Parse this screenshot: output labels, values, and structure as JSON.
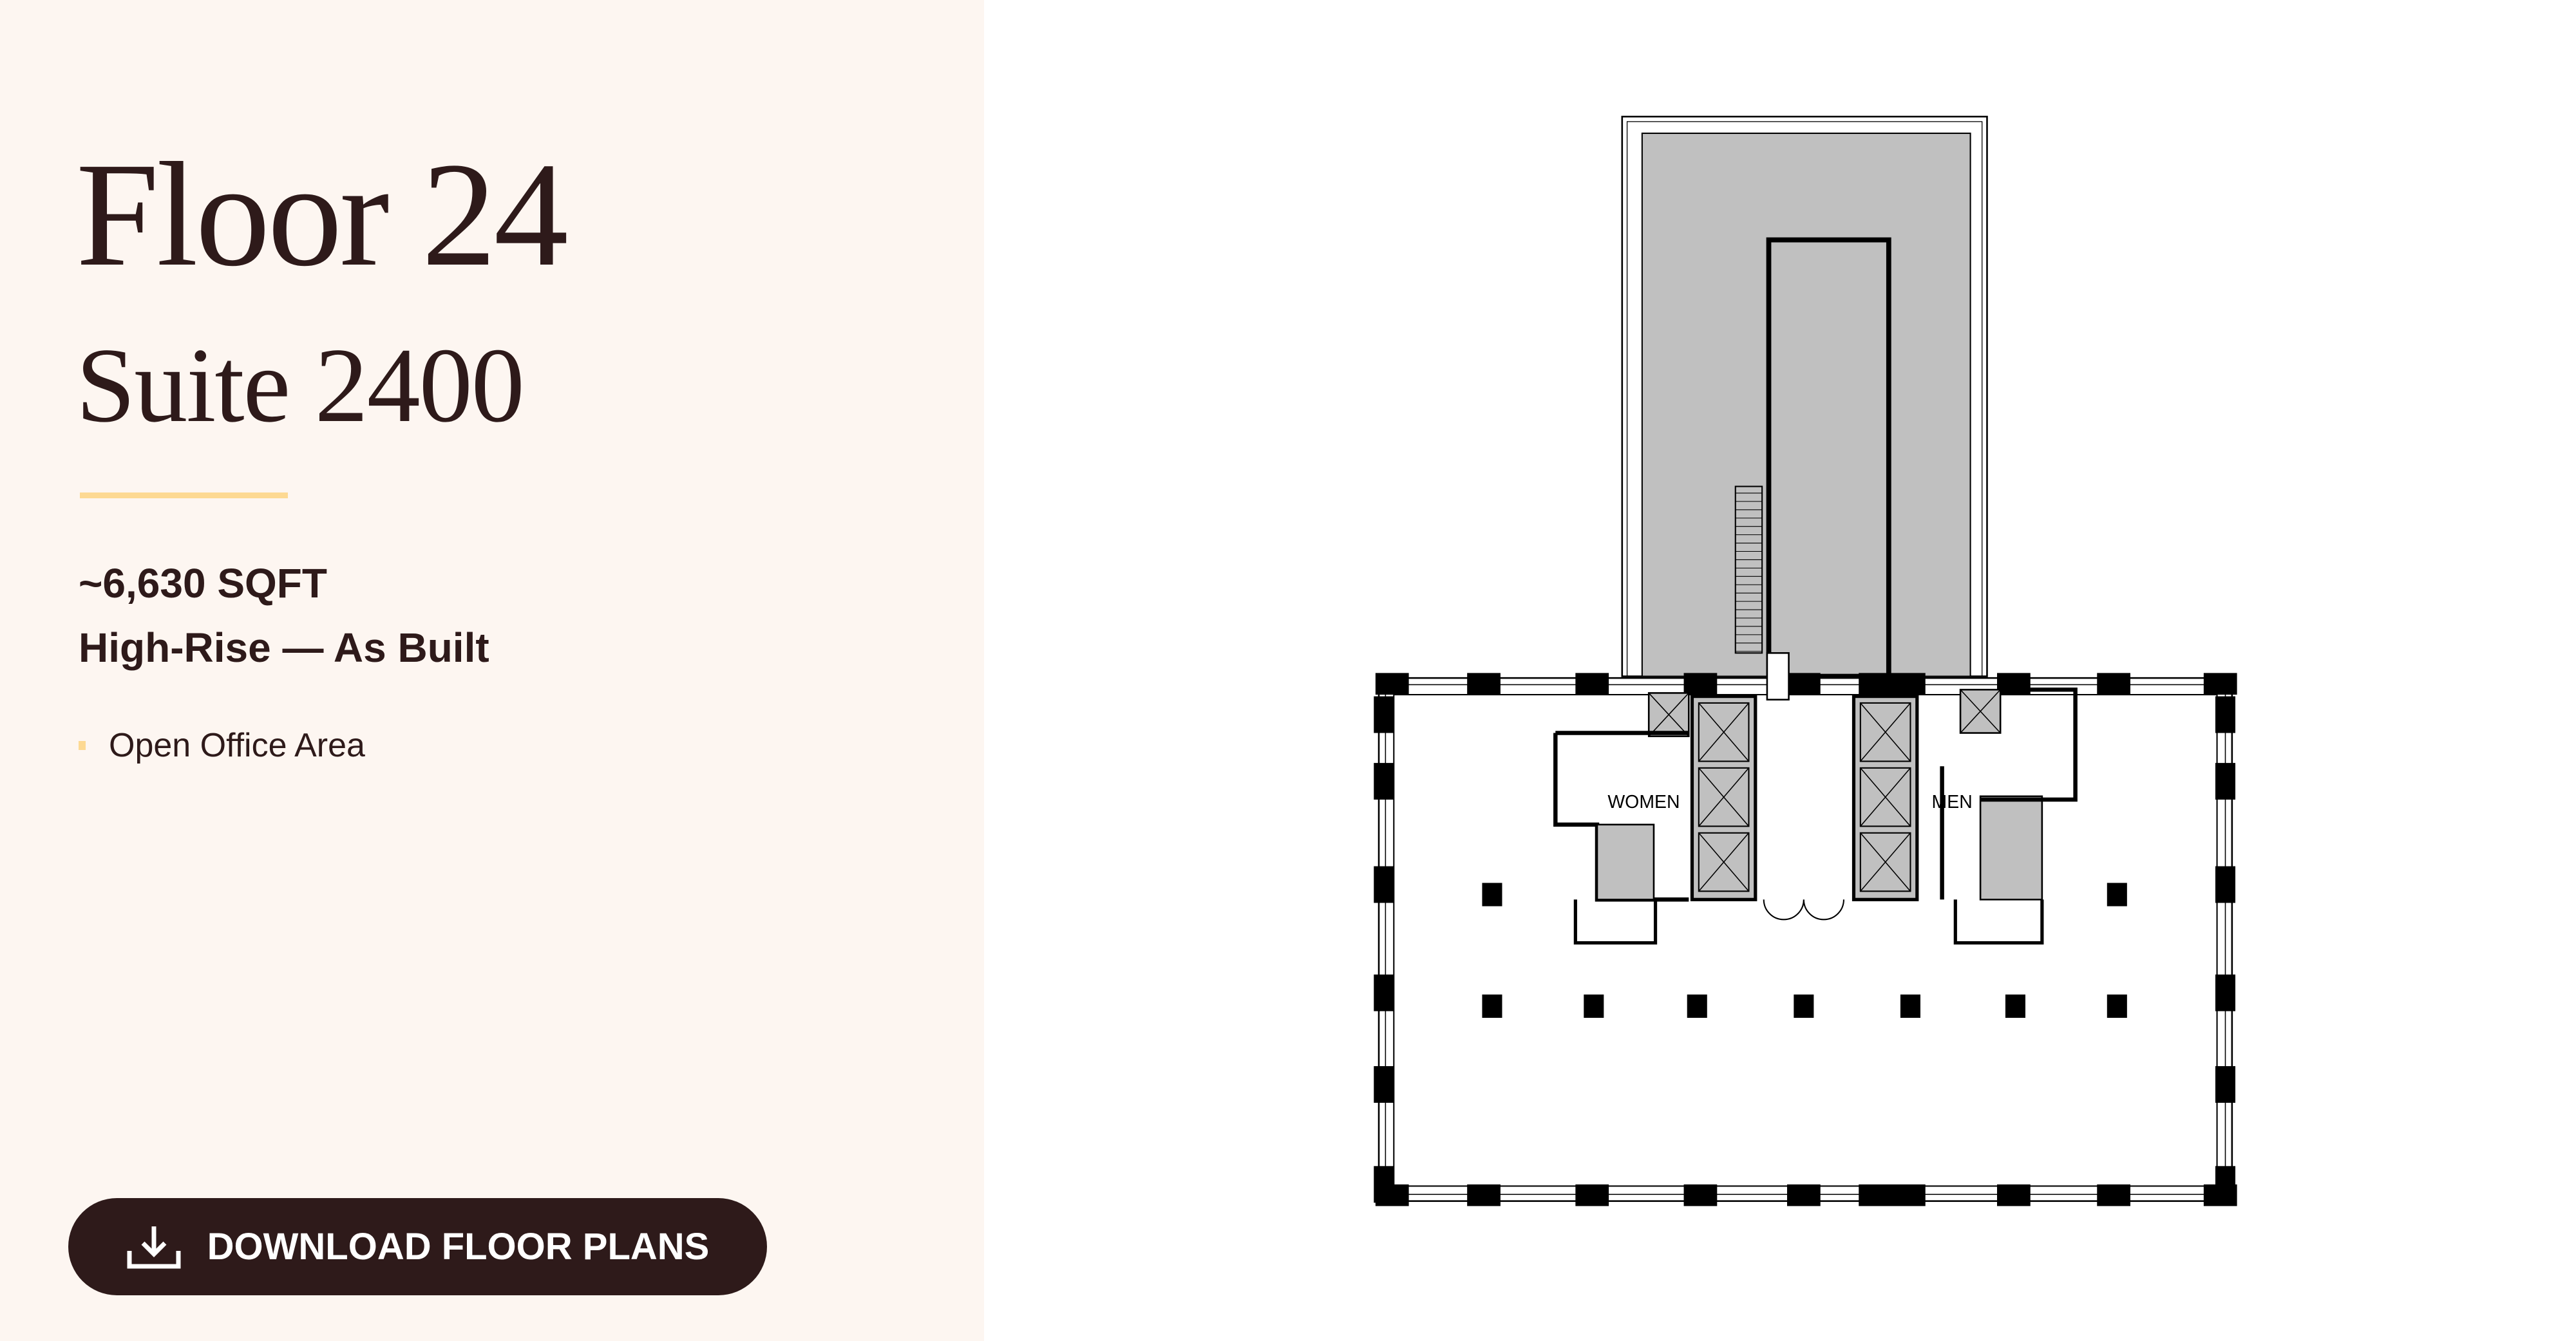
{
  "floor": {
    "title": "Floor 24",
    "suite": "Suite 2400",
    "area": "~6,630 SQFT",
    "type": "High-Rise — As Built",
    "features": [
      "Open Office Area"
    ]
  },
  "download": {
    "label": "DOWNLOAD FLOOR PLANS",
    "icon": "download-icon"
  },
  "plan": {
    "labels": {
      "women": "WOMEN",
      "men": "MEN"
    }
  },
  "colors": {
    "panel_bg": "#fdf6f1",
    "text": "#2e1a1a",
    "accent": "#fdd993",
    "button_bg": "#2e1a1a",
    "core_fill": "#c0c0c0"
  }
}
